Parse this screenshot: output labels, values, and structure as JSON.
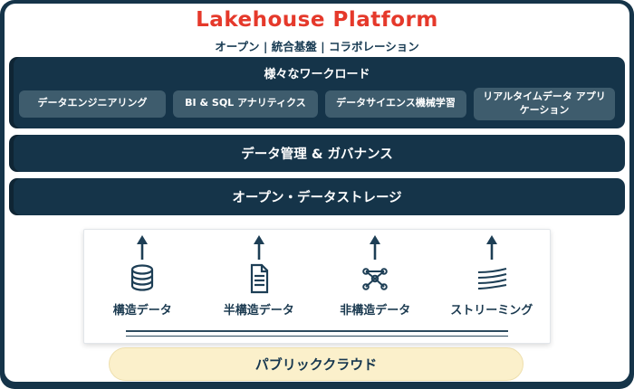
{
  "platform": {
    "title": "Lakehouse Platform",
    "subtitle": "オープン | 統合基盤 | コラボレーション",
    "workloads": {
      "title": "様々なワークロード",
      "items": [
        {
          "label": "データエンジニアリング"
        },
        {
          "label": "BI & SQL アナリティクス"
        },
        {
          "label": "データサイエンス機械学習"
        },
        {
          "label": "リアルタイムデータ アプリケーション"
        }
      ]
    },
    "layers": [
      {
        "label": "データ管理 & ガバナンス"
      },
      {
        "label": "オープン・データストレージ"
      }
    ]
  },
  "sources": {
    "items": [
      {
        "label": "構造データ",
        "icon": "database-icon"
      },
      {
        "label": "半構造データ",
        "icon": "document-icon"
      },
      {
        "label": "非構造データ",
        "icon": "brain-icon"
      },
      {
        "label": "ストリーミング",
        "icon": "stream-icon"
      }
    ]
  },
  "cloud": {
    "label": "パブリッククラウド"
  },
  "colors": {
    "navy": "#153449",
    "slate": "#3e5c6d",
    "red": "#e5392b",
    "cream": "#fbf0cb"
  }
}
